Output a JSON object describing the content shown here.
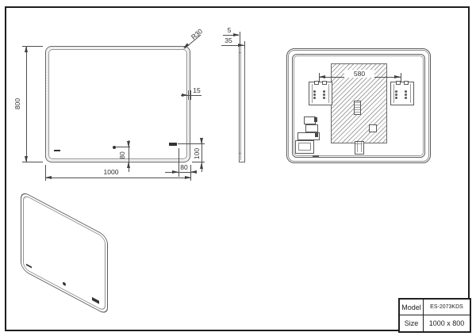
{
  "drawing": {
    "front_view": {
      "height": "800",
      "width": "1000",
      "corner_radius": "R30",
      "border_width": "15",
      "sensor_offset": "80",
      "pad_vertical_offset": "100",
      "pad_horizontal_offset": "80"
    },
    "side_view": {
      "glass_thickness": "5",
      "depth": "35"
    },
    "back_view": {
      "bracket_spacing": "580"
    },
    "title_block": {
      "model_label": "Model",
      "model_value": "ES-2073KDS",
      "size_label": "Size",
      "size_value": "1000 x 800"
    }
  }
}
